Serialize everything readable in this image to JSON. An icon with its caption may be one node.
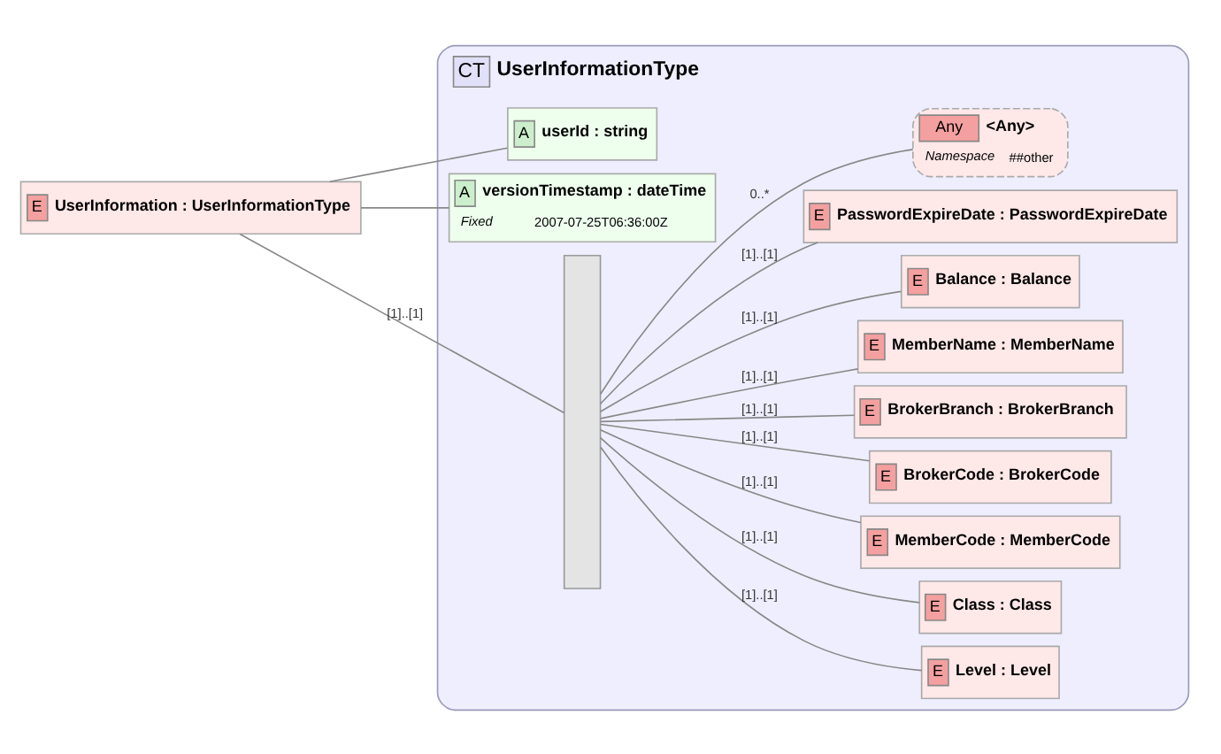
{
  "diagram": {
    "nodes": [
      {
        "text": [
          "E",
          "UserInformation : UserInformationType"
        ]
      },
      {
        "text": [
          "CT",
          "UserInformationType"
        ]
      },
      {
        "text": [
          "A",
          "userId : string"
        ],
        "in": 1
      },
      {
        "text": [
          "A",
          "versionTimestamp : dateTime",
          "Fixed",
          "2007-07-25T06:36:00Z"
        ],
        "in": 1
      },
      {
        "text": [],
        "shape": "bar",
        "in": 1
      },
      {
        "text": [
          "E",
          "Level : Level"
        ],
        "in": 1
      },
      {
        "text": [
          "E",
          "Class : Class"
        ],
        "in": 1
      },
      {
        "text": [
          "E",
          "MemberCode : MemberCode"
        ],
        "in": 1
      },
      {
        "text": [
          "E",
          "BrokerCode : BrokerCode"
        ],
        "in": 1
      },
      {
        "text": [
          "E",
          "BrokerBranch : BrokerBranch"
        ],
        "in": 1
      },
      {
        "text": [
          "E",
          "MemberName : MemberName"
        ],
        "in": 1
      },
      {
        "text": [
          "E",
          "Balance : Balance"
        ],
        "in": 1
      },
      {
        "text": [
          "E",
          "PasswordExpireDate : PasswordExpireDate"
        ],
        "in": 1
      },
      {
        "text": [
          "Any",
          "<Any>",
          "Namespace",
          "##other"
        ],
        "in": 1
      }
    ],
    "edges": [
      {
        "from": 0,
        "to": 2,
        "arrow": "none"
      },
      {
        "from": 0,
        "to": 3,
        "arrow": "none"
      },
      {
        "from": 0,
        "to": 4,
        "arrow": "none",
        "label": "[1]..[1]"
      },
      {
        "from": 4,
        "to": 5,
        "arrow": "none",
        "label": "[1]..[1]"
      },
      {
        "from": 4,
        "to": 6,
        "arrow": "none",
        "label": "[1]..[1]"
      },
      {
        "from": 4,
        "to": 7,
        "arrow": "none",
        "label": "[1]..[1]"
      },
      {
        "from": 4,
        "to": 8,
        "arrow": "none",
        "label": "[1]..[1]"
      },
      {
        "from": 4,
        "to": 9,
        "arrow": "none",
        "label": "[1]..[1]"
      },
      {
        "from": 4,
        "to": 10,
        "arrow": "none",
        "label": "[1]..[1]"
      },
      {
        "from": 4,
        "to": 11,
        "arrow": "none",
        "label": "[1]..[1]"
      },
      {
        "from": 4,
        "to": 12,
        "arrow": "none",
        "label": "[1]..[1]"
      },
      {
        "from": 4,
        "to": 13,
        "arrow": "none",
        "label": "0..*"
      }
    ]
  }
}
